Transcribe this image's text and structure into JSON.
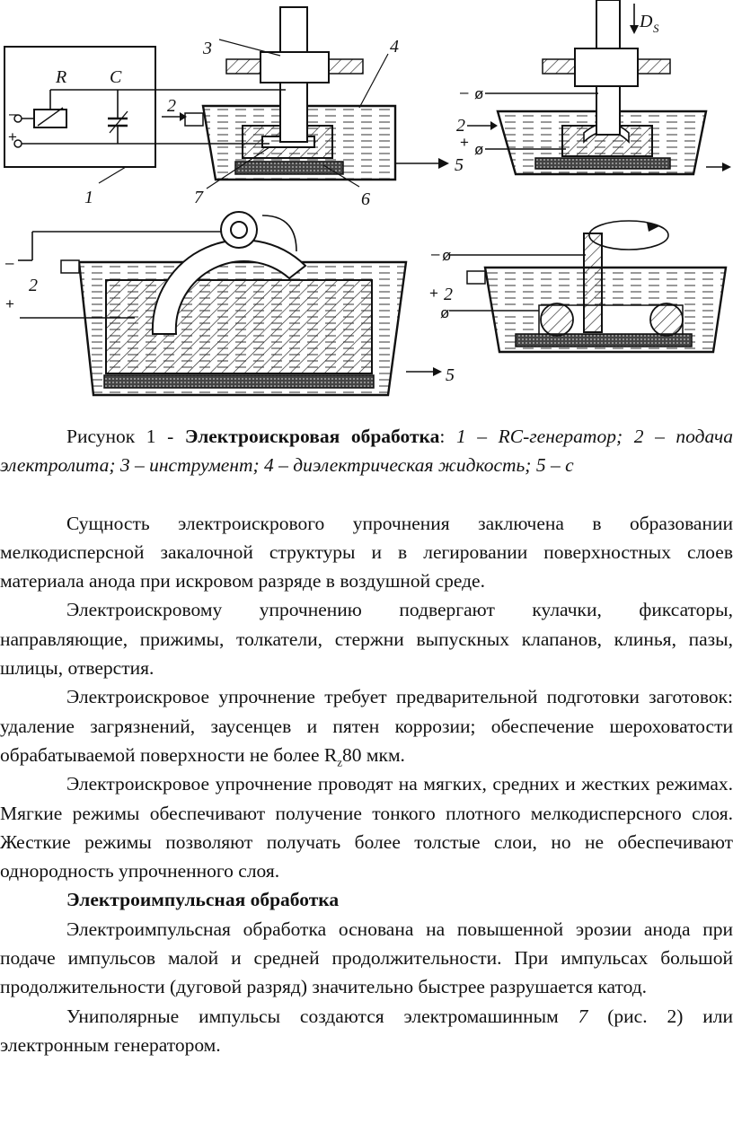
{
  "figure": {
    "labels": {
      "R": "R",
      "C": "C",
      "n1": "1",
      "n2": "2",
      "n3": "3",
      "n4": "4",
      "n5": "5",
      "n6": "6",
      "n7": "7",
      "ds": "D",
      "ds_sub": "S",
      "minus": "–",
      "plus": "+",
      "phi": "ø"
    }
  },
  "caption": {
    "prefix": "Рисунок 1 - ",
    "title": "Электроискровая обработка",
    "colon": ": ",
    "legend": "1 – RC-генератор; 2 – подача электролита; 3 – инструмент; 4 – диэлектрическая жидкость; 5 – с"
  },
  "paragraphs": {
    "p1": "Сущность электроискрового упрочнения заключена в образовании мелкодисперсной закалочной структуры и в легировании поверхностных слоев материала анода при искровом разряде в воздушной среде.",
    "p2": "Электроискровому упрочнению подвергают кулачки, фиксаторы, направляющие, прижимы, толкатели, стержни выпускных клапанов, клинья, пазы, шлицы, отверстия.",
    "p3_a": "Электроискровое упрочнение требует предварительной подготовки заготовок: удаление загрязнений, заусенцев и пятен коррозии; обеспечение шероховатости обрабатываемой поверхности не более R",
    "p3_sub": "z",
    "p3_b": "80 мкм.",
    "p4": "Электроискровое упрочнение проводят на мягких, средних и жестких режимах. Мягкие режимы обеспечивают получение тонкого плотного мелкодисперсного слоя. Жесткие режимы позволяют получать более толстые слои, но не обеспечивают однородность упрочненного слоя.",
    "heading": "Электроимпульсная обработка",
    "p5": "Электроимпульсная обработка основана на повышенной эрозии анода при подаче импульсов малой и средней продолжительности. При импульсах большой продолжительности (дуговой разряд) значительно быстрее разрушается катод.",
    "p6_a": "Униполярные импульсы создаются электромашинным ",
    "p6_num": "7",
    "p6_b": " (рис. 2) или электронным генератором."
  }
}
